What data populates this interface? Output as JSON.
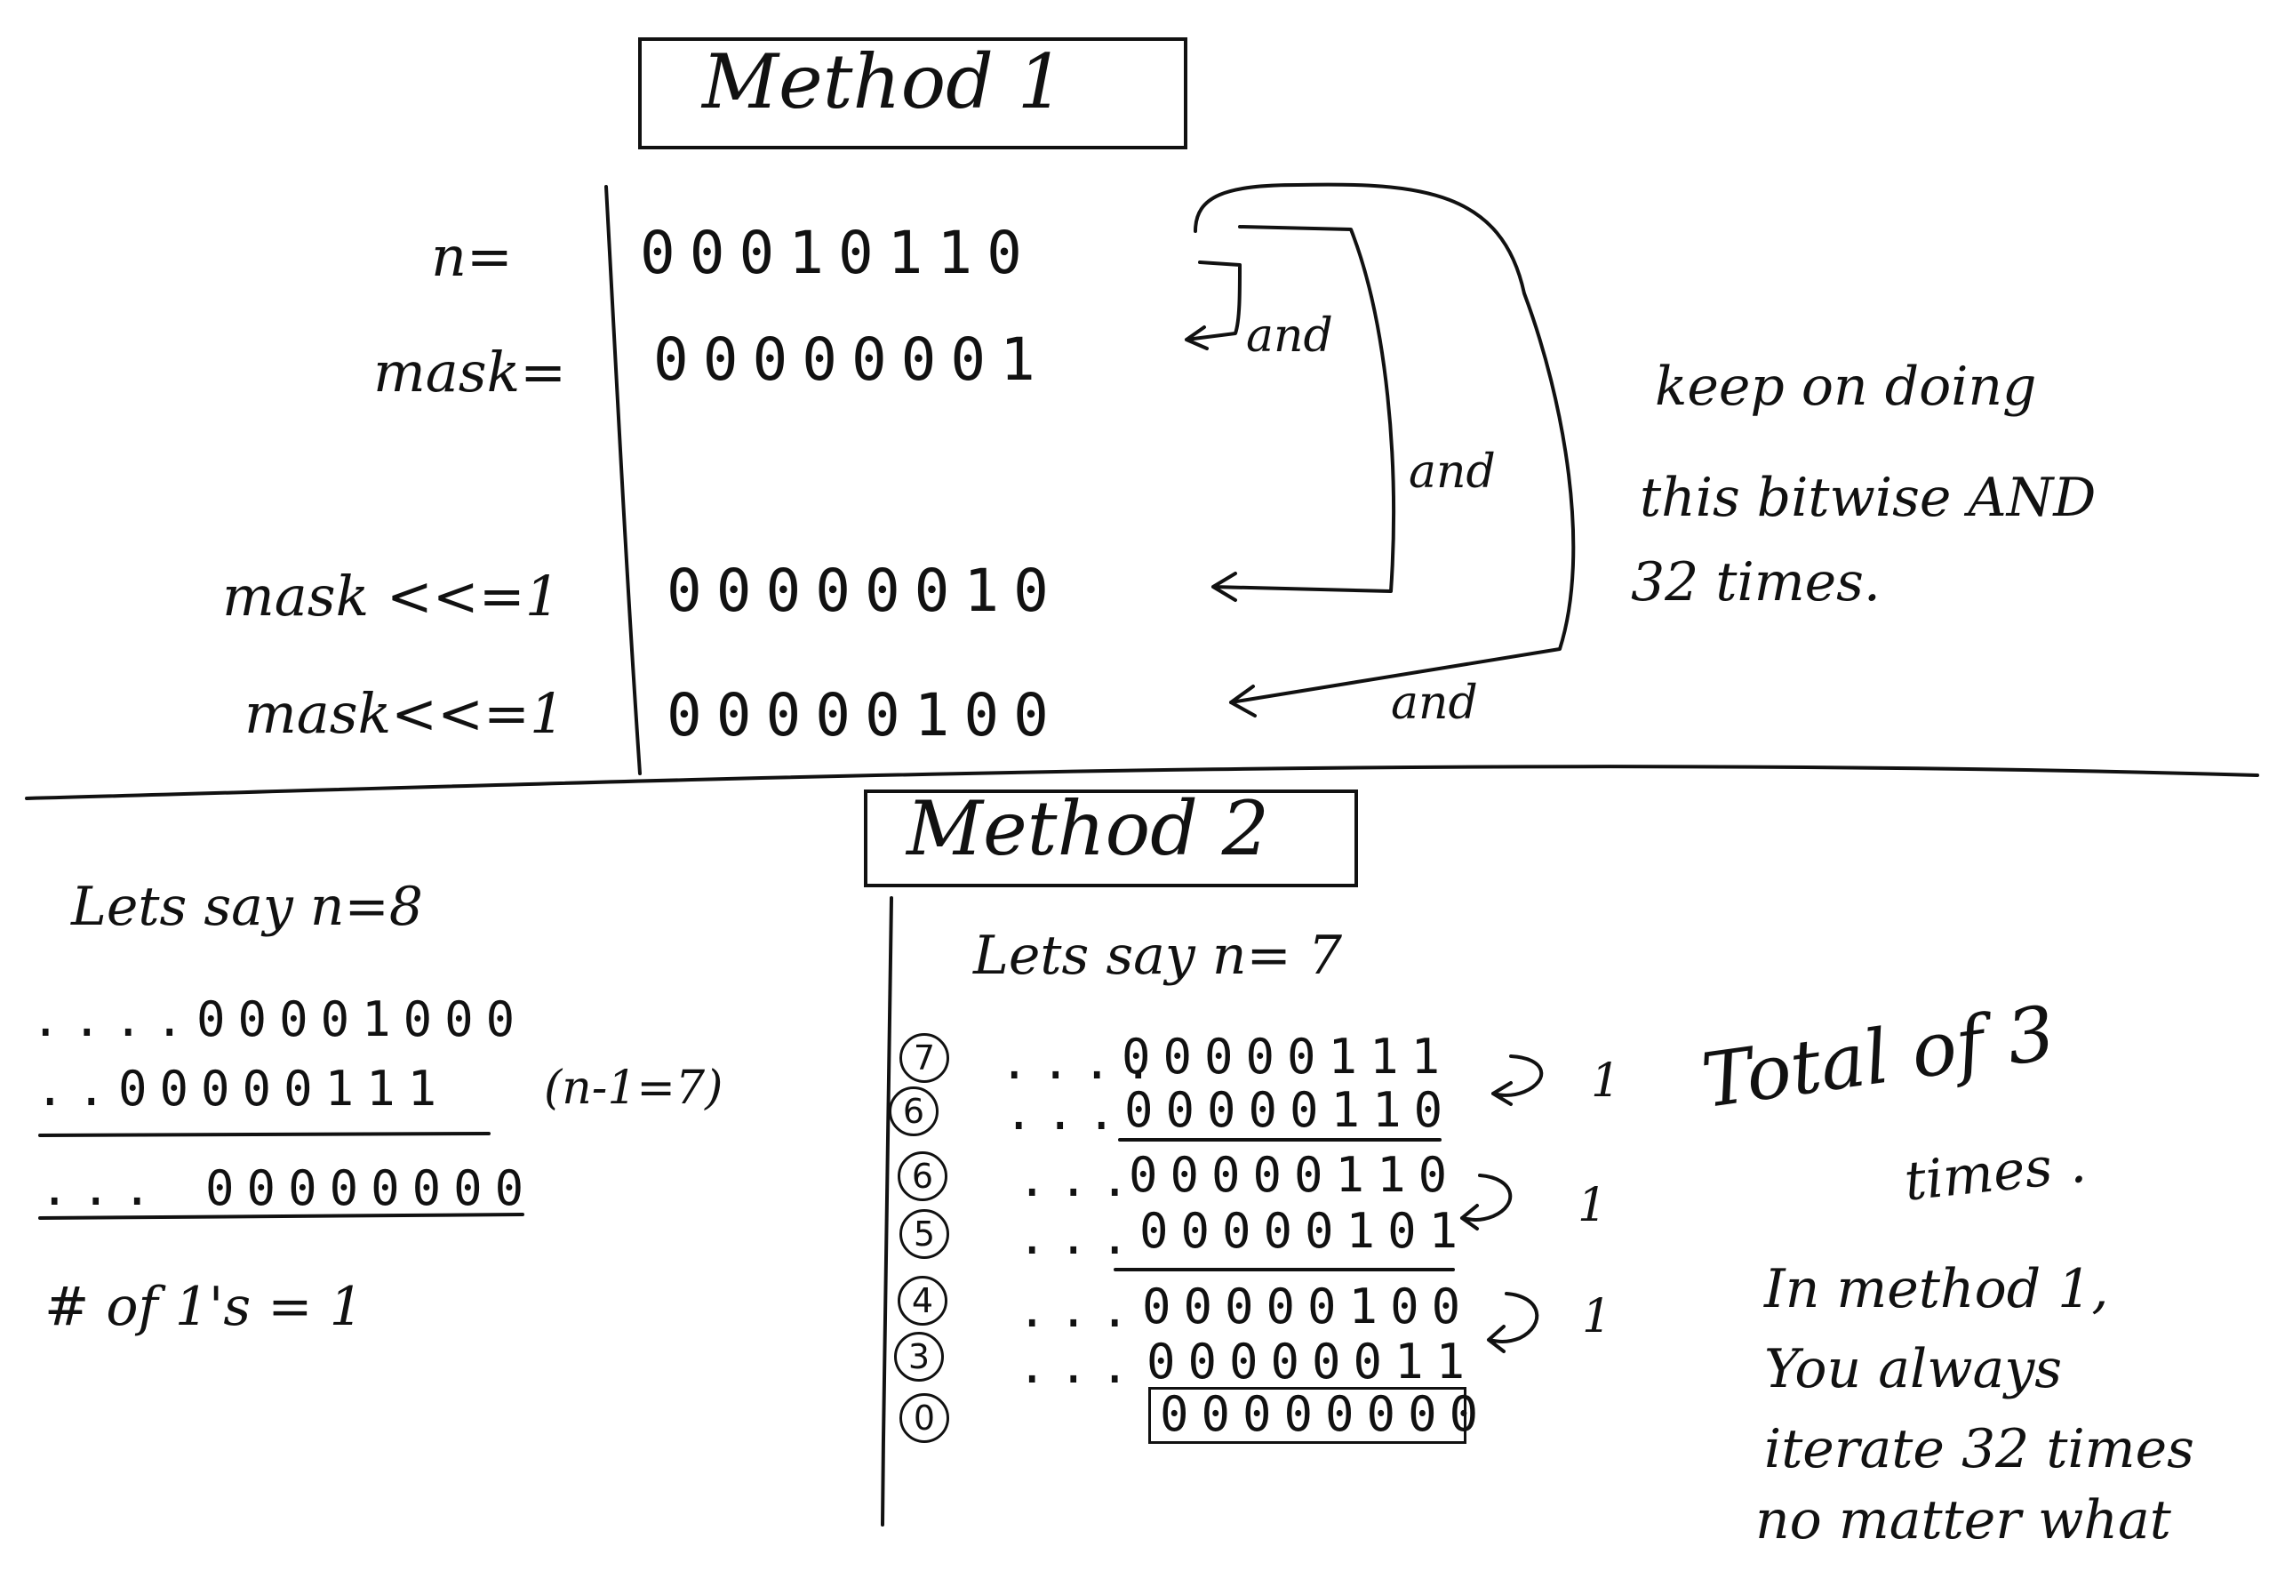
{
  "method1": {
    "title": "Method 1",
    "rows": [
      {
        "label": "n=",
        "bits": "00010110"
      },
      {
        "label": "mask=",
        "bits": "00000001"
      },
      {
        "label": "mask <<=1",
        "bits": "00000010"
      },
      {
        "label": "mask<<=1",
        "bits": "00000100"
      }
    ],
    "and_labels": [
      "and",
      "and",
      "and"
    ],
    "note": [
      "keep on doing",
      "this bitwise AND",
      "32 times."
    ]
  },
  "method2": {
    "title": "Method 2",
    "left": {
      "intro": "Lets say n=8",
      "line1": "....00001000",
      "line2": "..00000111",
      "line2_note": "(n-1=7)",
      "result": "... 00000000",
      "count": "# of 1's = 1"
    },
    "right": {
      "intro": "Lets say n= 7",
      "circles": [
        "7",
        "6",
        "6",
        "5",
        "4",
        "3",
        "0"
      ],
      "rows": [
        {
          "prefix": "....",
          "bits": "00000111"
        },
        {
          "prefix": "...",
          "bits": "00000110"
        },
        {
          "prefix": "...",
          "bits": "00000110"
        },
        {
          "prefix": "...",
          "bits": "00000101"
        },
        {
          "prefix": "...",
          "bits": "00000100"
        },
        {
          "prefix": "...",
          "bits": "00000011"
        },
        {
          "prefix": "",
          "bits": "00000000"
        }
      ],
      "step_counts": [
        "1",
        "1",
        "1"
      ]
    },
    "total": [
      "Total of 3",
      "times ."
    ],
    "comparison": [
      "In method 1,",
      "You always",
      "iterate 32 times",
      "no matter what"
    ]
  }
}
